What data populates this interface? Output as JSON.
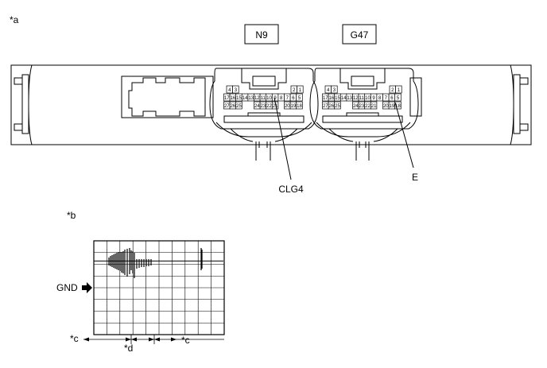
{
  "labels": {
    "a": "*a",
    "b": "*b",
    "c1": "*c",
    "c2": "*c",
    "d": "*d",
    "gnd": "GND",
    "clg4": "CLG4",
    "e": "E"
  },
  "connectors": [
    {
      "name": "N9",
      "row1": [
        "4",
        "3",
        "2",
        "1"
      ],
      "row2": [
        "17",
        "16",
        "15",
        "14",
        "13",
        "12",
        "11",
        "10",
        "9",
        "8",
        "7",
        "6",
        "5"
      ],
      "row3": [
        "27",
        "26",
        "25",
        "24",
        "23",
        "22",
        "21",
        "20",
        "19",
        "18"
      ]
    },
    {
      "name": "G47",
      "row1": [
        "4",
        "3",
        "2",
        "1"
      ],
      "row2": [
        "17",
        "16",
        "15",
        "14",
        "13",
        "12",
        "11",
        "10",
        "9",
        "8",
        "7",
        "6",
        "5"
      ],
      "row3": [
        "27",
        "26",
        "25",
        "24",
        "23",
        "22",
        "21",
        "20",
        "19",
        "18"
      ]
    }
  ]
}
